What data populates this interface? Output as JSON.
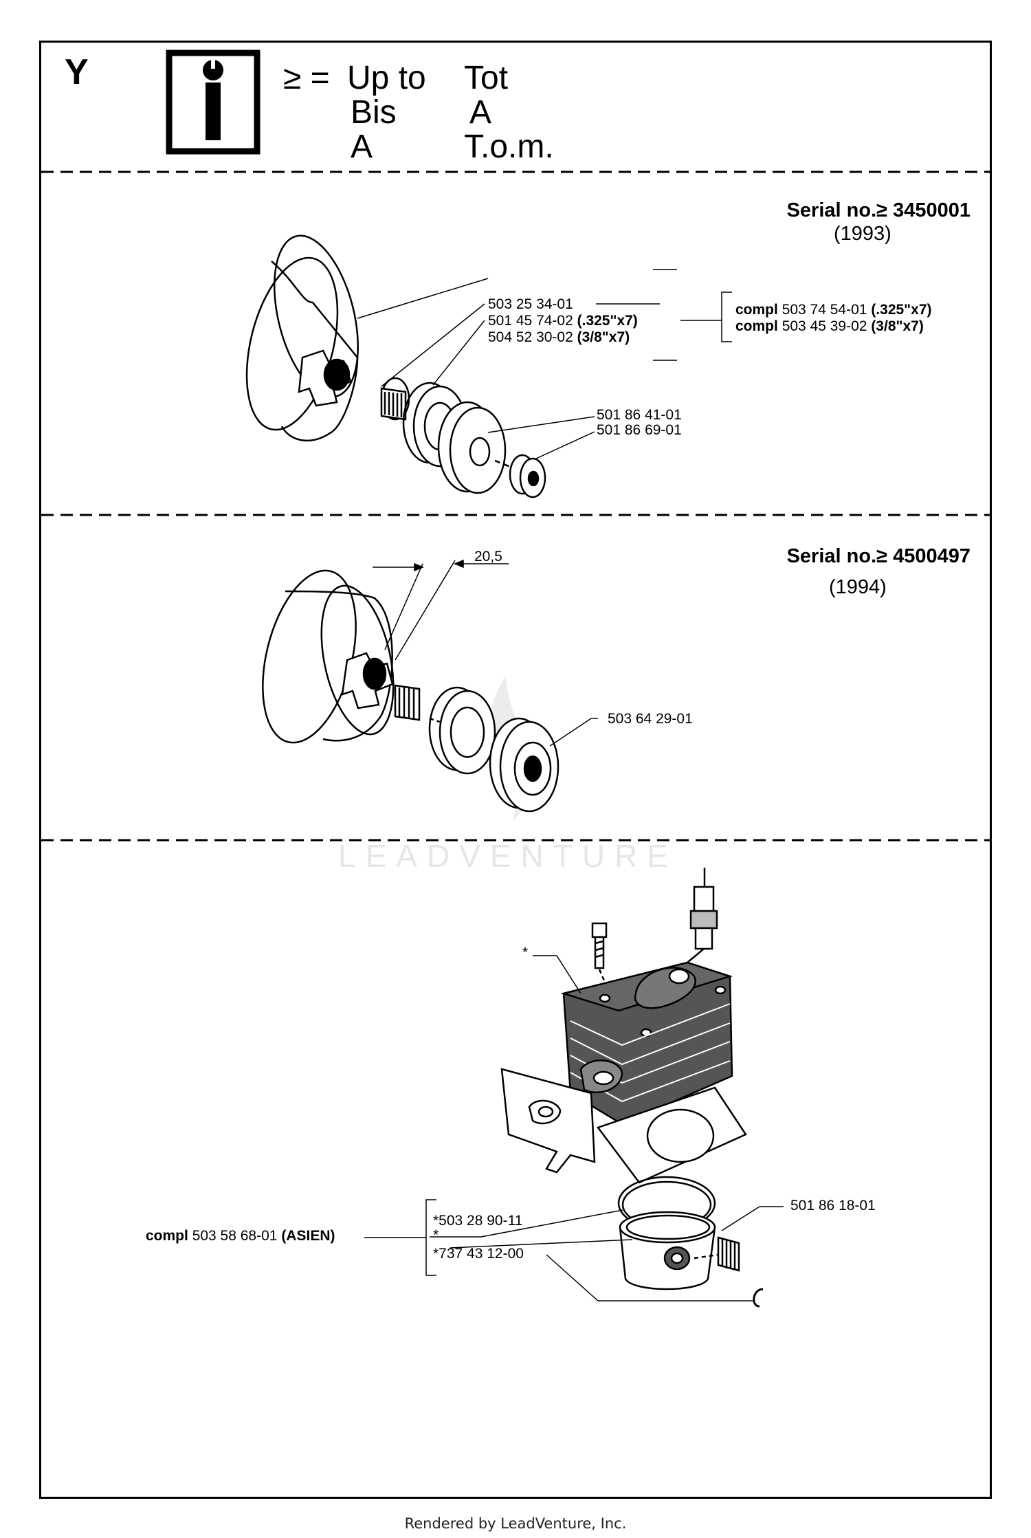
{
  "header": {
    "section_letter": "Y",
    "legend_symbol": "≥ =",
    "legend_col1": [
      "Up to",
      "Bis",
      "A"
    ],
    "legend_col2": [
      "Tot",
      "A",
      "T.o.m."
    ]
  },
  "section_1993": {
    "serial_label": "Serial no.≥ 3450001",
    "year": "(1993)",
    "parts": [
      {
        "number": "503 25 34-01",
        "note": ""
      },
      {
        "number": "501 45 74-02",
        "note": "(.325\"x7)"
      },
      {
        "number": "504 52 30-02",
        "note": "(3/8\"x7)"
      },
      {
        "number": "501 86 41-01",
        "note": ""
      },
      {
        "number": "501 86 69-01",
        "note": ""
      }
    ],
    "complete_sets": [
      {
        "prefix": "compl",
        "number": "503 74 54-01",
        "note": "(.325\"x7)"
      },
      {
        "prefix": "compl",
        "number": "503 45 39-02",
        "note": "(3/8\"x7)"
      }
    ]
  },
  "section_1994": {
    "serial_label": "Serial no.≥ 4500497",
    "year": "(1994)",
    "dimension": "20,5",
    "parts": [
      {
        "number": "503 64 29-01"
      }
    ]
  },
  "section_cylinder": {
    "star_marker": "*",
    "parts": [
      {
        "number": "501 86 18-01"
      },
      {
        "number": "*503 28 90-11"
      },
      {
        "number": "*"
      },
      {
        "number": "*737 43 12-00"
      }
    ],
    "complete_set": {
      "prefix": "compl",
      "number": "503 58 68-01",
      "note": "(ASIEN)"
    }
  },
  "watermark": "LEADVENTURE",
  "footer": "Rendered by LeadVenture, Inc."
}
